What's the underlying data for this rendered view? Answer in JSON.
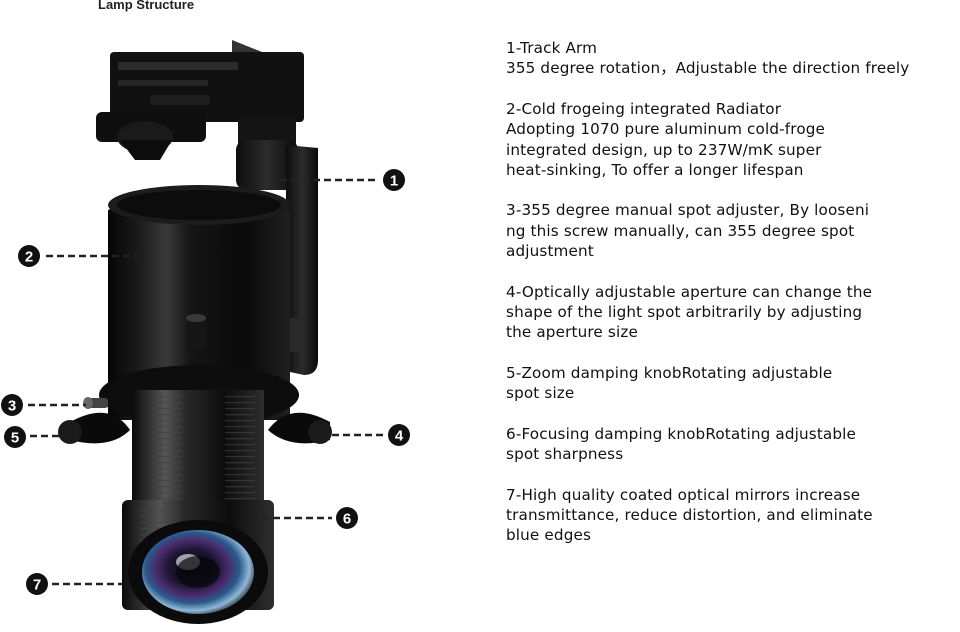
{
  "title": "Lamp Structure",
  "callouts": [
    "1",
    "2",
    "3",
    "4",
    "5",
    "6",
    "7"
  ],
  "descriptions": [
    [
      "1-Track Arm",
      "355 degree rotation，Adjustable the direction freely"
    ],
    [
      "2-Cold frogeing integrated Radiator",
      "Adopting 1070 pure aluminum cold-froge",
      "integrated design, up to 237W/mK super",
      "heat-sinking, To offer a longer lifespan"
    ],
    [
      "3-355 degree manual spot adjuster, By looseni",
      "ng this screw manually, can 355 degree spot",
      "adjustment"
    ],
    [
      "4-Optically adjustable aperture can change the",
      "shape of the light spot arbitrarily by adjusting",
      "the aperture size"
    ],
    [
      "5-Zoom damping knobRotating adjustable",
      "spot size"
    ],
    [
      "6-Focusing damping knobRotating adjustable",
      "spot sharpness"
    ],
    [
      "7-High quality coated optical mirrors increase",
      "transmittance, reduce distortion, and eliminate",
      "blue edges"
    ]
  ]
}
